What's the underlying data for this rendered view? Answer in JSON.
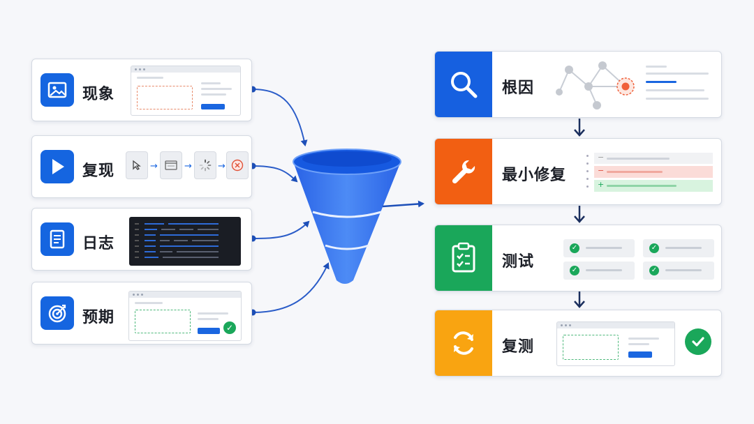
{
  "inputs": [
    {
      "label": "现象",
      "icon": "image-icon"
    },
    {
      "label": "复现",
      "icon": "play-icon"
    },
    {
      "label": "日志",
      "icon": "document-icon"
    },
    {
      "label": "预期",
      "icon": "target-icon"
    }
  ],
  "outputs": [
    {
      "label": "根因",
      "icon": "search-icon",
      "color": "#1660e0"
    },
    {
      "label": "最小修复",
      "icon": "wrench-icon",
      "color": "#f25f12"
    },
    {
      "label": "测试",
      "icon": "clipboard-check-icon",
      "color": "#1aa75a"
    },
    {
      "label": "复测",
      "icon": "refresh-icon",
      "color": "#f9a411"
    }
  ],
  "diff_symbols": {
    "neutral": "−",
    "removed": "−",
    "added": "+"
  },
  "colors": {
    "accent": "#1a66e0",
    "funnel": "#2f6fee",
    "connector": "#1d4fb8"
  }
}
